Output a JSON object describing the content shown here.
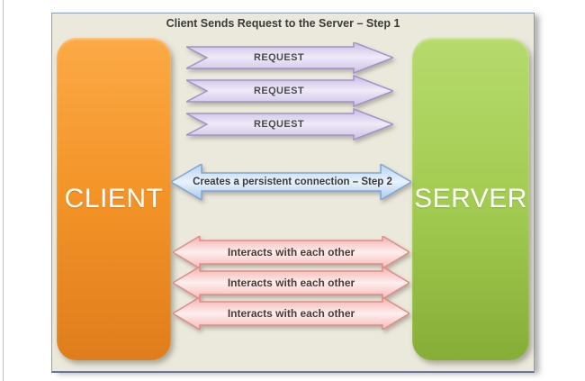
{
  "title": {
    "text": "Client Sends Request to the Server – Step 1"
  },
  "panel": {
    "background": "#ebe8dc",
    "border_color": "#8fa0b5"
  },
  "nodes": {
    "client": {
      "label": "CLIENT",
      "color": "#f39327"
    },
    "server": {
      "label": "SERVER",
      "color": "#9cc64d"
    }
  },
  "request_flow": {
    "direction": "client-to-server",
    "border_color": "#a392c9",
    "fill_color": "#e9e2f4",
    "arrows": [
      {
        "label": "REQUEST"
      },
      {
        "label": "REQUEST"
      },
      {
        "label": "REQUEST"
      }
    ]
  },
  "connection_flow": {
    "direction": "bidirectional",
    "border_color": "#7ea6d8",
    "fill_color": "#dcebf8",
    "label": "Creates a persistent connection – Step 2"
  },
  "interaction_flow": {
    "direction": "bidirectional",
    "border_color": "#de8d88",
    "fill_color": "#fdeeed",
    "arrows": [
      {
        "label": "Interacts with each other"
      },
      {
        "label": "Interacts with each other"
      },
      {
        "label": "Interacts with each other"
      }
    ]
  }
}
